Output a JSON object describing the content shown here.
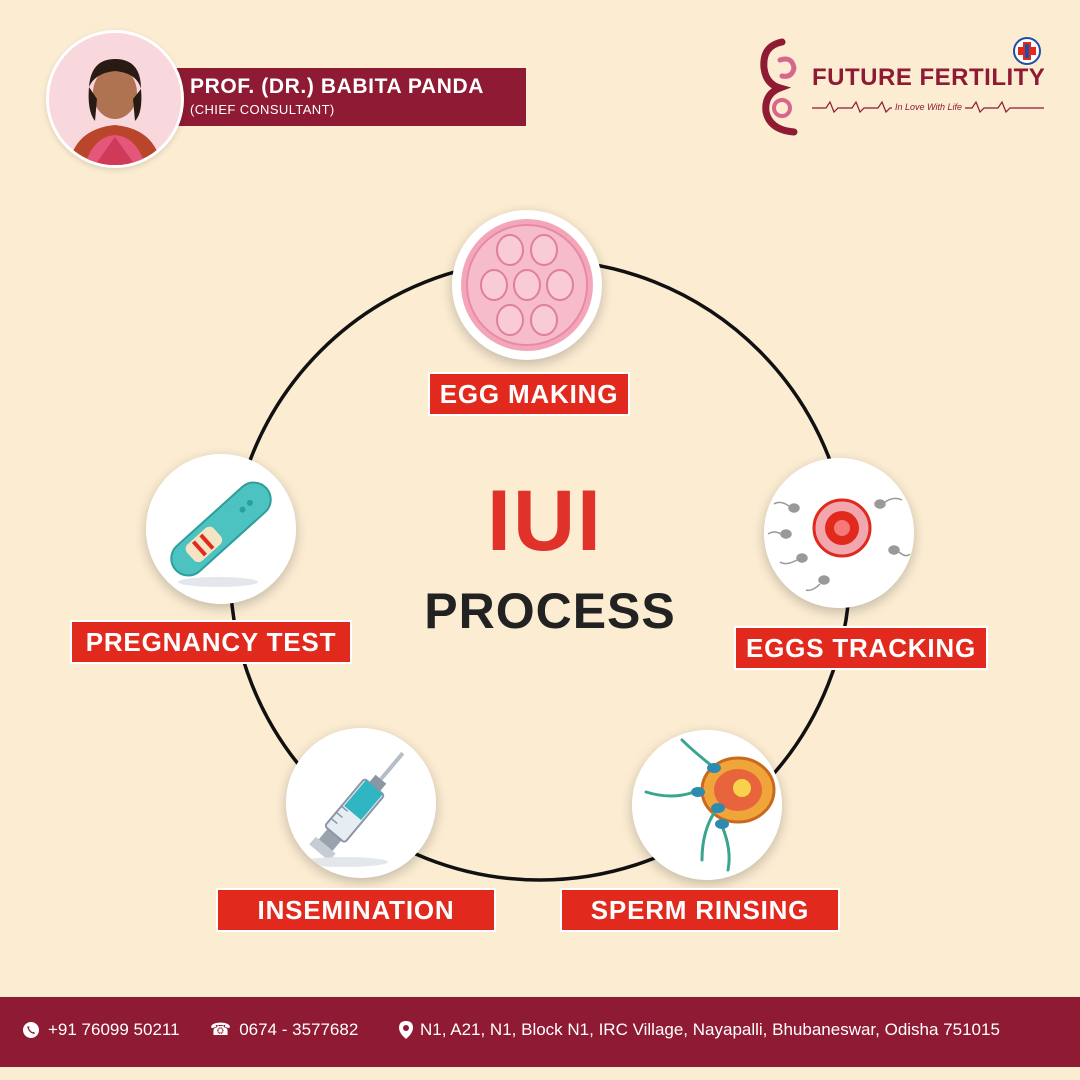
{
  "doctor": {
    "name": "PROF. (DR.) BABITA PANDA",
    "role": "(CHIEF CONSULTANT)"
  },
  "brand": {
    "name": "FUTURE FERTILITY",
    "tagline": "In Love With Life"
  },
  "title": {
    "main": "IUI",
    "sub": "PROCESS"
  },
  "steps": [
    {
      "label": "EGG MAKING",
      "icon": "egg-cluster-icon"
    },
    {
      "label": "EGGS TRACKING",
      "icon": "egg-with-sperm-icon"
    },
    {
      "label": "SPERM RINSING",
      "icon": "sperm-fertilization-icon"
    },
    {
      "label": "INSEMINATION",
      "icon": "syringe-icon"
    },
    {
      "label": "PREGNANCY TEST",
      "icon": "pregnancy-test-icon"
    }
  ],
  "footer": {
    "mobile": "+91 76099 50211",
    "phone": "0674 - 3577682",
    "address": "N1, A21, N1, Block N1, IRC Village, Nayapalli, Bhubaneswar, Odisha 751015"
  },
  "colors": {
    "background": "#fbecd2",
    "brand": "#8e1a33",
    "accent": "#e2291d"
  }
}
